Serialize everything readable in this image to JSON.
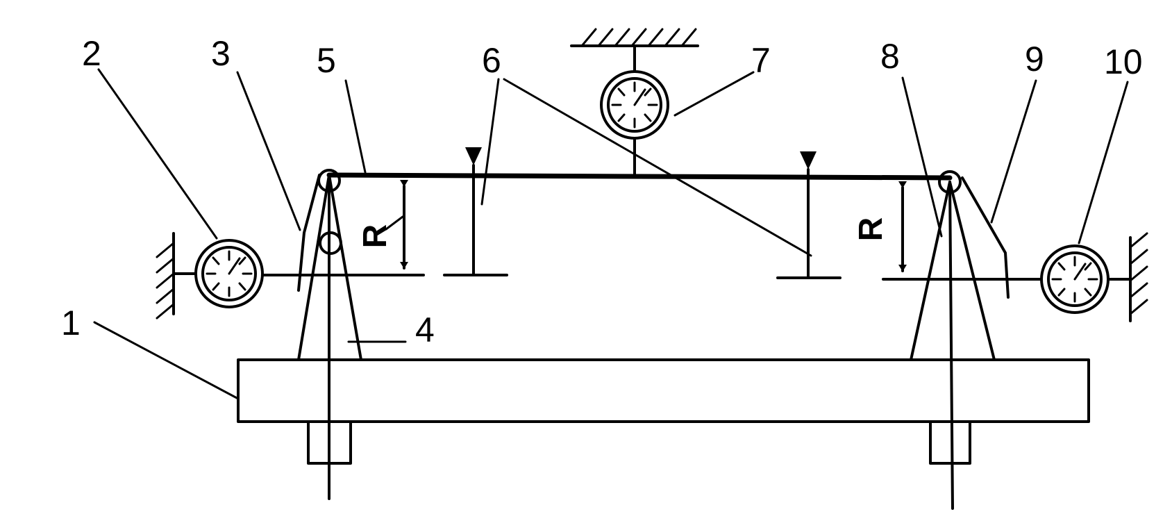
{
  "labels": {
    "l1": "1",
    "l2": "2",
    "l3": "3",
    "l4": "4",
    "l5": "5",
    "l6": "6",
    "l7": "7",
    "l8": "8",
    "l9": "9",
    "l10": "10"
  },
  "dimension_left": "R",
  "dimension_right": "R",
  "colors": {
    "line": "#000000",
    "background": "#ffffff"
  }
}
